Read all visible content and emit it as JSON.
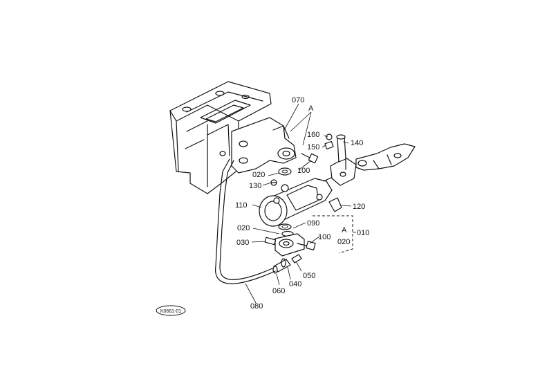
{
  "diagram": {
    "labels": {
      "p070": "070",
      "pA1": "A",
      "p160": "160",
      "p140": "140",
      "p150": "150",
      "p100a": "100",
      "p020a": "020",
      "p130": "130",
      "p110": "110",
      "p120": "120",
      "p020b": "020",
      "p090": "090",
      "pA2": "A",
      "p010": "010",
      "p030": "030",
      "p100b": "100",
      "p020c": "020",
      "p050": "050",
      "p040": "040",
      "p060": "060",
      "p080": "080"
    },
    "stamp": "K0661-01"
  }
}
